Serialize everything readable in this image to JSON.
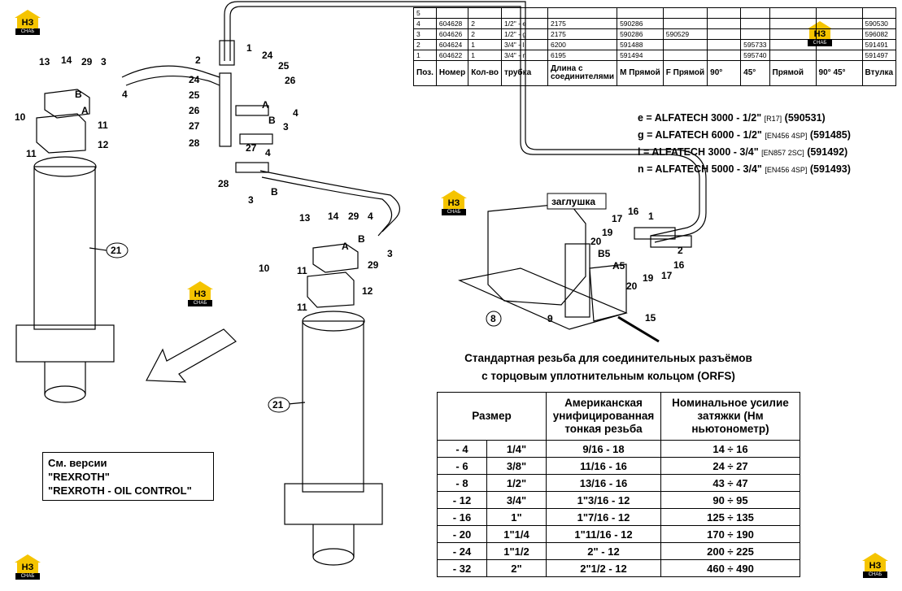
{
  "parts_table": {
    "headers": [
      "Поз.",
      "Номер",
      "Кол-во",
      "⌀ трубка",
      "Длина с соединителями",
      "",
      "",
      "M",
      "F",
      "",
      "",
      "",
      "",
      "",
      "",
      ""
    ],
    "header_labels": {
      "pos": "Поз.",
      "number": "Номер",
      "qty": "Кол-во",
      "tube": "трубка",
      "length": "Длина с соединителями",
      "m": "M",
      "straight1": "Прямой",
      "f": "F",
      "straight2": "Прямой",
      "deg90a": "90°",
      "deg45a": "45°",
      "straight3": "Прямой",
      "deg90b": "90°",
      "deg45b": "45°",
      "sleeve": "Втулка"
    },
    "rows": [
      {
        "pos": "5",
        "number": "",
        "qty": "",
        "tube": "",
        "length": "",
        "c1": "",
        "c2": "",
        "c3": "",
        "c4": "",
        "c5": "",
        "c6": "",
        "c7": ""
      },
      {
        "pos": "4",
        "number": "604628",
        "qty": "2",
        "tube": "1/2\" - e",
        "length": "2175",
        "c1": "590286",
        "c2": "",
        "c3": "",
        "c4": "",
        "c5": "",
        "c6": "",
        "c7": "590530"
      },
      {
        "pos": "3",
        "number": "604626",
        "qty": "2",
        "tube": "1/2\" - g",
        "length": "2175",
        "c1": "590286",
        "c2": "590529",
        "c3": "",
        "c4": "",
        "c5": "",
        "c6": "",
        "c7": "596082"
      },
      {
        "pos": "2",
        "number": "604624",
        "qty": "1",
        "tube": "3/4\" - l",
        "length": "6200",
        "c1": "591488",
        "c2": "",
        "c3": "",
        "c4": "595733",
        "c5": "",
        "c6": "",
        "c7": "591491"
      },
      {
        "pos": "1",
        "number": "604622",
        "qty": "1",
        "tube": "3/4\" - n",
        "length": "6195",
        "c1": "591494",
        "c2": "",
        "c3": "",
        "c4": "595740",
        "c5": "",
        "c6": "",
        "c7": "591497"
      }
    ]
  },
  "legend": [
    {
      "key": "e = ALFATECH 3000 - 1/2\"",
      "std": "[R17]",
      "code": "(590531)"
    },
    {
      "key": "g = ALFATECH 6000 - 1/2\"",
      "std": "[EN456 4SP]",
      "code": "(591485)"
    },
    {
      "key": "l = ALFATECH 3000 - 3/4\"",
      "std": "[EN857 2SC]",
      "code": "(591492)"
    },
    {
      "key": "n = ALFATECH 5000 - 3/4\"",
      "std": "[EN456 4SP]",
      "code": "(591493)"
    }
  ],
  "orfs": {
    "title_line1": "Стандартная резьба для соединительных разъёмов",
    "title_line2": "с торцовым уплотнительным кольцом (ORFS)",
    "col_size": "Размер",
    "col_thread": "Американская унифицированная тонкая резьба",
    "col_torque": "Номинальное усилие затяжки (Нм ньютонометр)",
    "rows": [
      {
        "size": "- 4",
        "inch": "1/4\"",
        "thread": "9/16 - 18",
        "torque": "14 ÷ 16"
      },
      {
        "size": "- 6",
        "inch": "3/8\"",
        "thread": "11/16 - 16",
        "torque": "24 ÷ 27"
      },
      {
        "size": "- 8",
        "inch": "1/2\"",
        "thread": "13/16 - 16",
        "torque": "43 ÷ 47"
      },
      {
        "size": "- 12",
        "inch": "3/4\"",
        "thread": "1\"3/16 - 12",
        "torque": "90 ÷ 95"
      },
      {
        "size": "- 16",
        "inch": "1\"",
        "thread": "1\"7/16 - 12",
        "torque": "125 ÷ 135"
      },
      {
        "size": "- 20",
        "inch": "1\"1/4",
        "thread": "1\"11/16 - 12",
        "torque": "170 ÷ 190"
      },
      {
        "size": "- 24",
        "inch": "1\"1/2",
        "thread": "2\" - 12",
        "torque": "200 ÷ 225"
      },
      {
        "size": "- 32",
        "inch": "2\"",
        "thread": "2\"1/2 - 12",
        "torque": "460 ÷ 490"
      }
    ]
  },
  "versions": {
    "title": "См. версии",
    "line1": "\"REXROTH\"",
    "line2": "\"REXROTH - OIL CONTROL\""
  },
  "plug_label": "заглушка",
  "logo": {
    "text": "НЗ",
    "sub": "СНАБ",
    "color": "#f5c400"
  },
  "callouts": {
    "c1": "1",
    "c2": "2",
    "c3": "3",
    "c4": "4",
    "c8": "8",
    "c9": "9",
    "c10": "10",
    "c11": "11",
    "c12": "12",
    "c13": "13",
    "c14": "14",
    "c15": "15",
    "c16": "16",
    "c17": "17",
    "c19": "19",
    "c20": "20",
    "c21": "21",
    "c24": "24",
    "c25": "25",
    "c26": "26",
    "c27": "27",
    "c28": "28",
    "c29": "29",
    "A": "A",
    "B": "B",
    "A5": "A5",
    "B5": "B5"
  }
}
